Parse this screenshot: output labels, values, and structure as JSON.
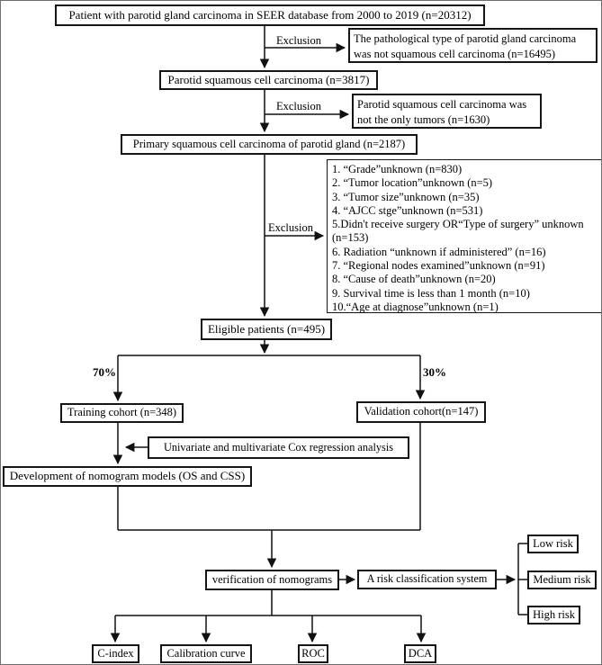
{
  "figure": {
    "boxes": {
      "source": "Patient with parotid gland carcinoma in SEER database from 2000 to 2019 (n=20312)",
      "exclusion_pathology": {
        "line1": "The pathological type of parotid gland carcinoma",
        "line2": "was not squamous cell carcinoma (n=16495)"
      },
      "parotid_scc": "Parotid squamous cell carcinoma (n=3817)",
      "exclusion_not_only": {
        "line1": "Parotid squamous cell carcinoma was",
        "line2": "not the only tumors (n=1630)"
      },
      "primary_scc": "Primary squamous cell carcinoma of parotid gland (n=2187)",
      "exclusion_list": {
        "lines": [
          "1. “Grade”unknown (n=830)",
          "2. “Tumor location”unknown (n=5)",
          "3. “Tumor size”unknown (n=35)",
          "4. “AJCC stge”unknown (n=531)",
          "5.Didn't receive surgery OR“Type of surgery” unknown",
          "(n=153)",
          "6. Radiation “unknown if administered” (n=16)",
          "7. “Regional nodes examined”unknown (n=91)",
          "8. “Cause of death”unknown (n=20)",
          "9. Survival time is less than 1 month (n=10)",
          "10.“Age at diagnose”unknown (n=1)"
        ]
      },
      "eligible": "Eligible patients (n=495)",
      "training": "Training cohort (n=348)",
      "validation": "Validation cohort(n=147)",
      "cox": "Univariate and multivariate Cox regression analysis",
      "development": "Development of nomogram models (OS and CSS)",
      "verification": "verification of nomograms",
      "risk_system": "A risk classification system",
      "low_risk": "Low risk",
      "medium_risk": "Medium risk",
      "high_risk": "High risk",
      "c_index": "C-index",
      "calibration": "Calibration curve",
      "roc": "ROC",
      "dca": "DCA"
    },
    "edge_labels": {
      "exclusion": "Exclusion",
      "training_split": "70%",
      "validation_split": "30%"
    },
    "colors": {
      "line": "#111111",
      "background": "#ffffff",
      "text": "#000000"
    }
  }
}
